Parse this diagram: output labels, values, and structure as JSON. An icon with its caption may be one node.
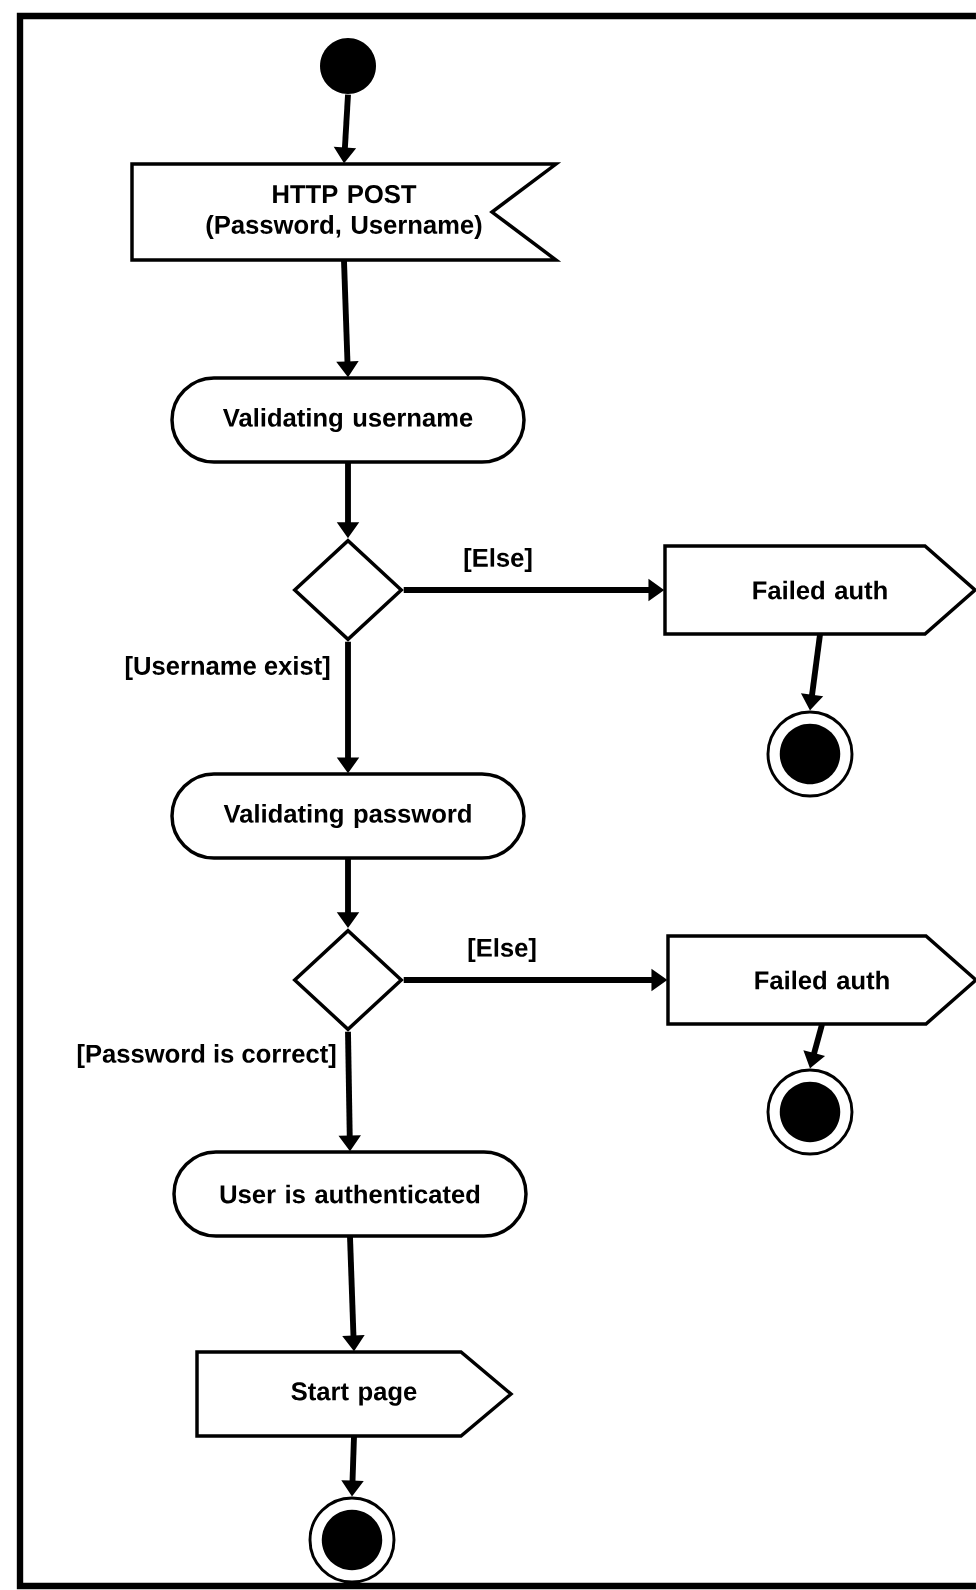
{
  "diagram": {
    "nodes": [
      {
        "text": [],
        "shape": "circle"
      },
      {
        "text": [
          "HTTP POST (Password, Username)"
        ]
      },
      {
        "text": [
          "Validating username"
        ]
      },
      {
        "text": [],
        "shape": "diamond"
      },
      {
        "text": [
          "Failed auth"
        ]
      },
      {
        "text": [],
        "shape": "circle"
      },
      {
        "text": [
          "Validating password"
        ]
      },
      {
        "text": [],
        "shape": "diamond"
      },
      {
        "text": [
          "Failed auth"
        ]
      },
      {
        "text": [],
        "shape": "circle"
      },
      {
        "text": [
          "User is authenticated"
        ]
      },
      {
        "text": [
          "Start page"
        ]
      },
      {
        "text": [],
        "shape": "circle"
      }
    ],
    "edges": [
      {
        "from": 0,
        "to": 1,
        "arrow": "to"
      },
      {
        "from": 1,
        "to": 2,
        "arrow": "to"
      },
      {
        "from": 2,
        "to": 3,
        "arrow": "to"
      },
      {
        "from": 3,
        "to": 4,
        "arrow": "to",
        "label": "[Else]"
      },
      {
        "from": 4,
        "to": 5,
        "arrow": "to"
      },
      {
        "from": 3,
        "to": 6,
        "arrow": "to",
        "label": "[Username exist]"
      },
      {
        "from": 6,
        "to": 7,
        "arrow": "to"
      },
      {
        "from": 7,
        "to": 8,
        "arrow": "to",
        "label": "[Else]"
      },
      {
        "from": 8,
        "to": 9,
        "arrow": "to"
      },
      {
        "from": 7,
        "to": 10,
        "arrow": "to",
        "label": "[Password is correct]"
      },
      {
        "from": 10,
        "to": 11,
        "arrow": "to"
      },
      {
        "from": 11,
        "to": 12,
        "arrow": "to"
      }
    ]
  }
}
